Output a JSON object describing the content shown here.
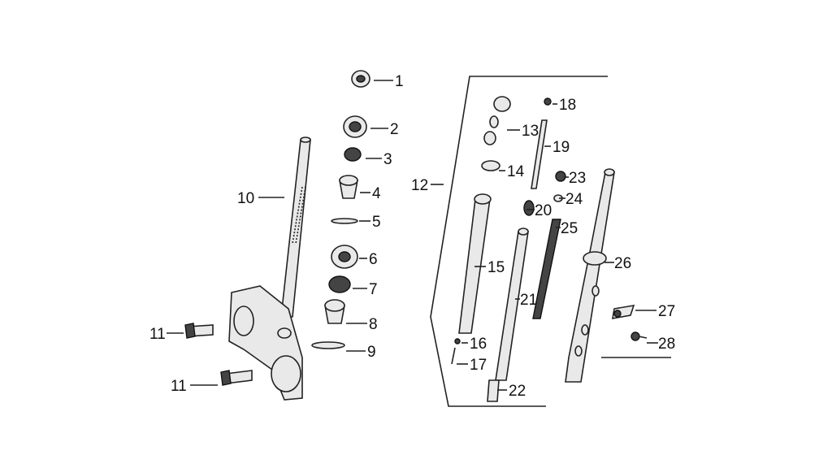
{
  "diagram": {
    "callouts": [
      "1",
      "2",
      "3",
      "4",
      "5",
      "6",
      "7",
      "8",
      "9",
      "10",
      "11",
      "11",
      "12",
      "13",
      "14",
      "15",
      "16",
      "17",
      "18",
      "19",
      "20",
      "21",
      "22",
      "23",
      "24",
      "25",
      "26",
      "27",
      "28"
    ]
  }
}
